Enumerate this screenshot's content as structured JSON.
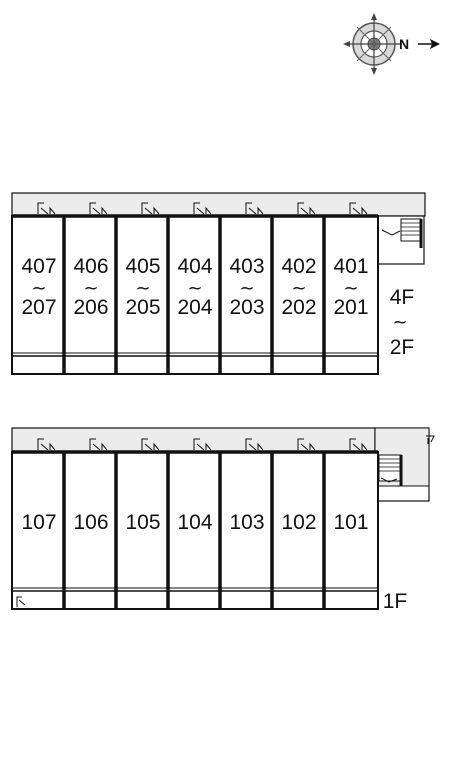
{
  "compass": {
    "north_label": "N",
    "icon": "compass-rose-icon"
  },
  "upper_block": {
    "floor_range": {
      "top": "4F",
      "separator": "~",
      "bottom": "2F"
    },
    "units": [
      {
        "top": "407",
        "bottom": "207"
      },
      {
        "top": "406",
        "bottom": "206"
      },
      {
        "top": "405",
        "bottom": "205"
      },
      {
        "top": "404",
        "bottom": "204"
      },
      {
        "top": "403",
        "bottom": "203"
      },
      {
        "top": "402",
        "bottom": "202"
      },
      {
        "top": "401",
        "bottom": "201"
      }
    ],
    "separator": "~"
  },
  "lower_block": {
    "floor": "1F",
    "units": [
      "107",
      "106",
      "105",
      "104",
      "103",
      "102",
      "101"
    ]
  },
  "colors": {
    "line": "#111111",
    "corridor": "#ececec",
    "background": "#ffffff"
  }
}
